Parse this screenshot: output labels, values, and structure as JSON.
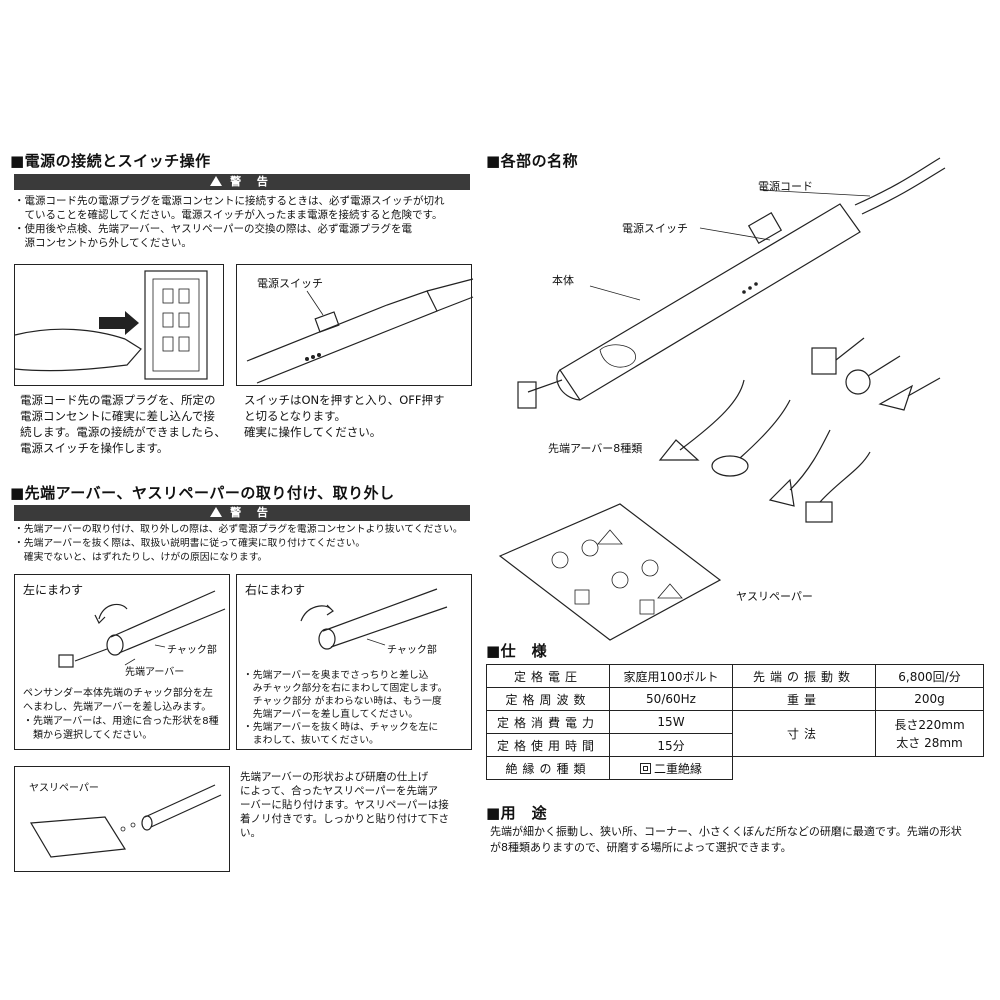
{
  "left": {
    "section1": {
      "heading": "■電源の接続とスイッチ操作",
      "warning_label": "警 告",
      "warnings": [
        "・電源コード先の電源プラグを電源コンセントに接続するときは、必ず電源スイッチが切れ",
        "　ていることを確認してください。電源スイッチが入ったまま電源を接続すると危険です。",
        "・使用後や点検、先端アーバー、ヤスリペーパーの交換の際は、必ず電源プラグを電",
        "　源コンセントから外してください。"
      ],
      "panel_switch_label": "電源スイッチ",
      "caption_left": [
        "電源コード先の電源プラグを、所定の",
        "電源コンセントに確実に差し込んで接",
        "続します。電源の接続ができましたら、",
        "電源スイッチを操作します。"
      ],
      "caption_right": [
        "スイッチはONを押すと入り、OFF押す",
        "と切るとなります。",
        "確実に操作してください。"
      ]
    },
    "section2": {
      "heading": "■先端アーバー、ヤスリペーパーの取り付け、取り外し",
      "warning_label": "警 告",
      "warnings": [
        "・先端アーバーの取り付け、取り外しの際は、必ず電源プラグを電源コンセントより抜いてください。",
        "・先端アーバーを抜く際は、取扱い説明書に従って確実に取り付けてください。",
        "　確実でないと、はずれたりし、けがの原因になります。"
      ],
      "left_panel": {
        "title": "左にまわす",
        "chuck": "チャック部",
        "arbor": "先端アーバー",
        "caption": [
          "ペンサンダー本体先端のチャック部分を左",
          "へまわし、先端アーバーを差し込みます。",
          "・先端アーバーは、用途に合った形状を8種",
          "　類から選択してください。"
        ]
      },
      "right_panel": {
        "title": "右にまわす",
        "chuck": "チャック部",
        "caption": [
          "・先端アーバーを奥までさっちりと差し込",
          "　みチャック部分を右にまわして固定します。",
          "　チャック部分 がまわらない時は、もう一度",
          "　先端アーバーを差し直してください。",
          "・先端アーバーを抜く時は、チャックを左に",
          "　まわして、抜いてください。"
        ]
      },
      "paper_label": "ヤスリペーパー",
      "paper_caption": [
        "先端アーバーの形状および研磨の仕上げ",
        "によって、合ったヤスリペーパーを先端ア",
        "ーバーに貼り付けます。ヤスリペーパーは接",
        "着ノリ付きです。しっかりと貼り付けて下さ",
        "い。"
      ]
    }
  },
  "right": {
    "parts": {
      "heading": "■各部の名称",
      "cord": "電源コード",
      "switch": "電源スイッチ",
      "body": "本体",
      "arbors": "先端アーバー8種類",
      "paper": "ヤスリペーパー"
    },
    "spec": {
      "heading": "■仕　様",
      "rows": [
        {
          "k1": "定格電圧",
          "v1": "家庭用100ボルト",
          "k2": "先端の振動数",
          "v2": "6,800回/分"
        },
        {
          "k1": "定格周波数",
          "v1": "50/60Hz",
          "k2": "重量",
          "v2": "200g"
        },
        {
          "k1": "定格消費電力",
          "v1": "15W",
          "k2": "寸法",
          "v2a": "長さ220mm",
          "v2b": "太さ 28mm"
        },
        {
          "k1": "定格使用時間",
          "v1": "15分"
        },
        {
          "k1": "絶縁の種類",
          "v1": "二重絶縁"
        }
      ]
    },
    "usage": {
      "heading": "■用　途",
      "lines": [
        "先端が細かく振動し、狭い所、コーナー、小さくくぼんだ所などの研磨に最適です。先端の形状",
        "が8種類ありますので、研磨する場所によって選択できます。"
      ]
    }
  }
}
